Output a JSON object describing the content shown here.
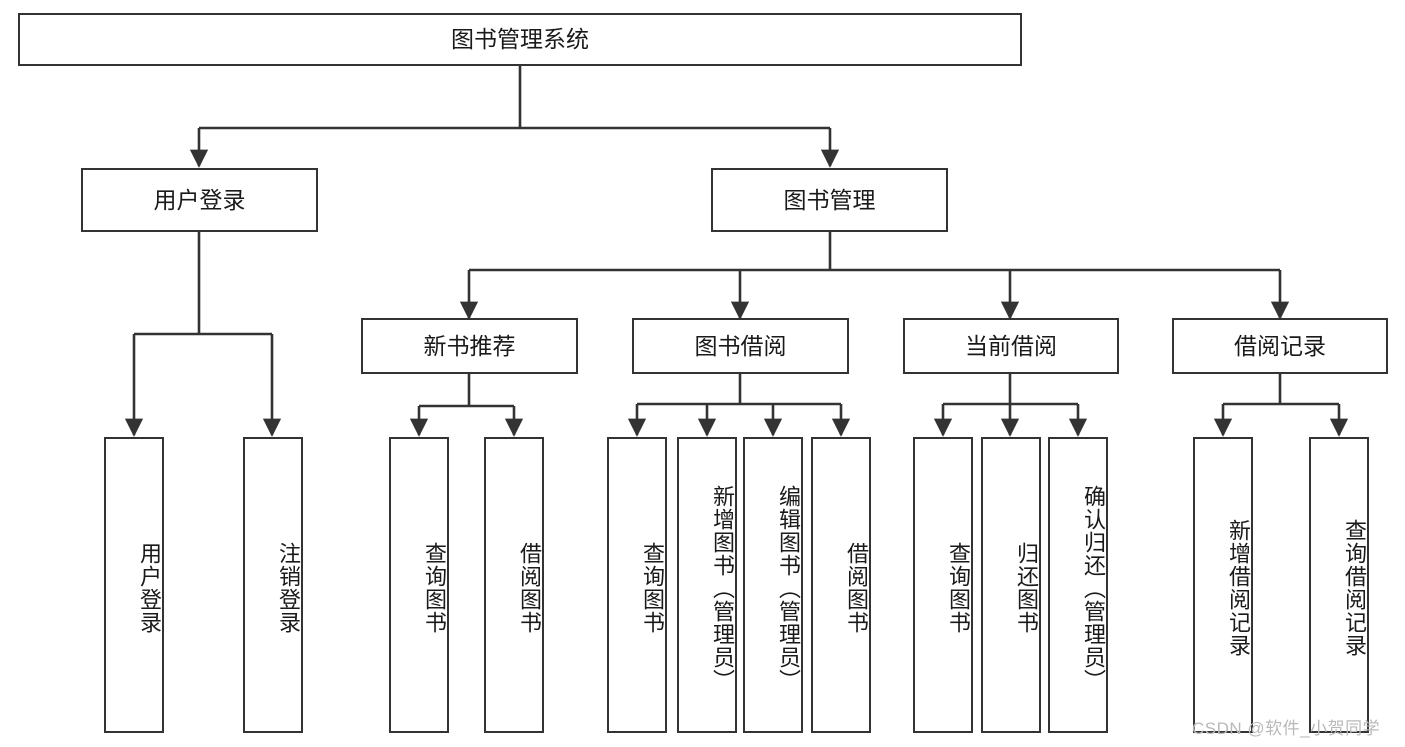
{
  "diagram": {
    "title": "图书管理系统",
    "type": "tree-hierarchy-chart",
    "root": {
      "label": "图书管理系统"
    },
    "level2": [
      {
        "label": "用户登录"
      },
      {
        "label": "图书管理"
      }
    ],
    "level3": [
      {
        "label": "新书推荐"
      },
      {
        "label": "图书借阅"
      },
      {
        "label": "当前借阅"
      },
      {
        "label": "借阅记录"
      }
    ],
    "leaves": {
      "user_login": [
        {
          "label": "用户登录"
        },
        {
          "label": "注销登录"
        }
      ],
      "new_book_recommend": [
        {
          "label": "查询图书"
        },
        {
          "label": "借阅图书"
        }
      ],
      "book_borrow": [
        {
          "label": "查询图书"
        },
        {
          "label": "新增图书（管理员）"
        },
        {
          "label": "编辑图书（管理员）"
        },
        {
          "label": "借阅图书"
        }
      ],
      "current_borrow": [
        {
          "label": "查询图书"
        },
        {
          "label": "归还图书"
        },
        {
          "label": "确认归还（管理员）"
        }
      ],
      "borrow_record": [
        {
          "label": "新增借阅记录"
        },
        {
          "label": "查询借阅记录"
        }
      ]
    }
  },
  "watermark": {
    "text": "CSDN @软件_小贺同学"
  },
  "colors": {
    "border": "#333333",
    "background": "#ffffff",
    "text": "#1a1a1a",
    "watermark": "#b9b9b9"
  }
}
